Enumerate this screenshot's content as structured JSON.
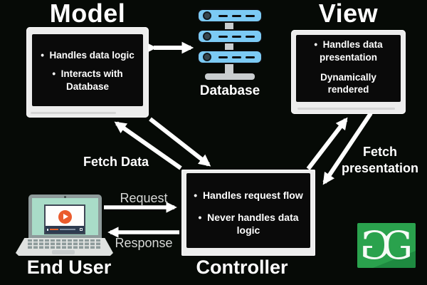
{
  "diagram_title_context": "MVC architecture diagram",
  "nodes": {
    "model": {
      "title": "Model",
      "bullet1": "Handles data logic",
      "bullet2": "Interacts with Database"
    },
    "database": {
      "label": "Database"
    },
    "view": {
      "title": "View",
      "bullet1": "Handles data presentation",
      "note": "Dynamically rendered"
    },
    "controller": {
      "title": "Controller",
      "bullet1": "Handles request flow",
      "bullet2": "Never handles data logic"
    },
    "end_user": {
      "label": "End User"
    }
  },
  "edges": {
    "fetch_data": "Fetch Data",
    "fetch_presentation": "Fetch presentation",
    "request": "Request",
    "response": "Response"
  },
  "logo": {
    "letter_mirrored": "G",
    "letter": "G"
  },
  "colors": {
    "background": "#060a06",
    "arrow_white": "#ffffff",
    "monitor_frame": "#ededed",
    "screen_black": "#0a0a0a",
    "server_blue": "#7ccaf4",
    "stand_gray": "#c9cdcf",
    "laptop_screen_mint": "#a9dcc8",
    "laptop_gray": "#8e9a9a",
    "player_orange": "#ea5b2d",
    "player_navy": "#2c3b50",
    "gfg_green": "#2aa24d",
    "gfg_fold_green": "#1e8a40",
    "edge_label_gray": "#d6d8d6"
  }
}
